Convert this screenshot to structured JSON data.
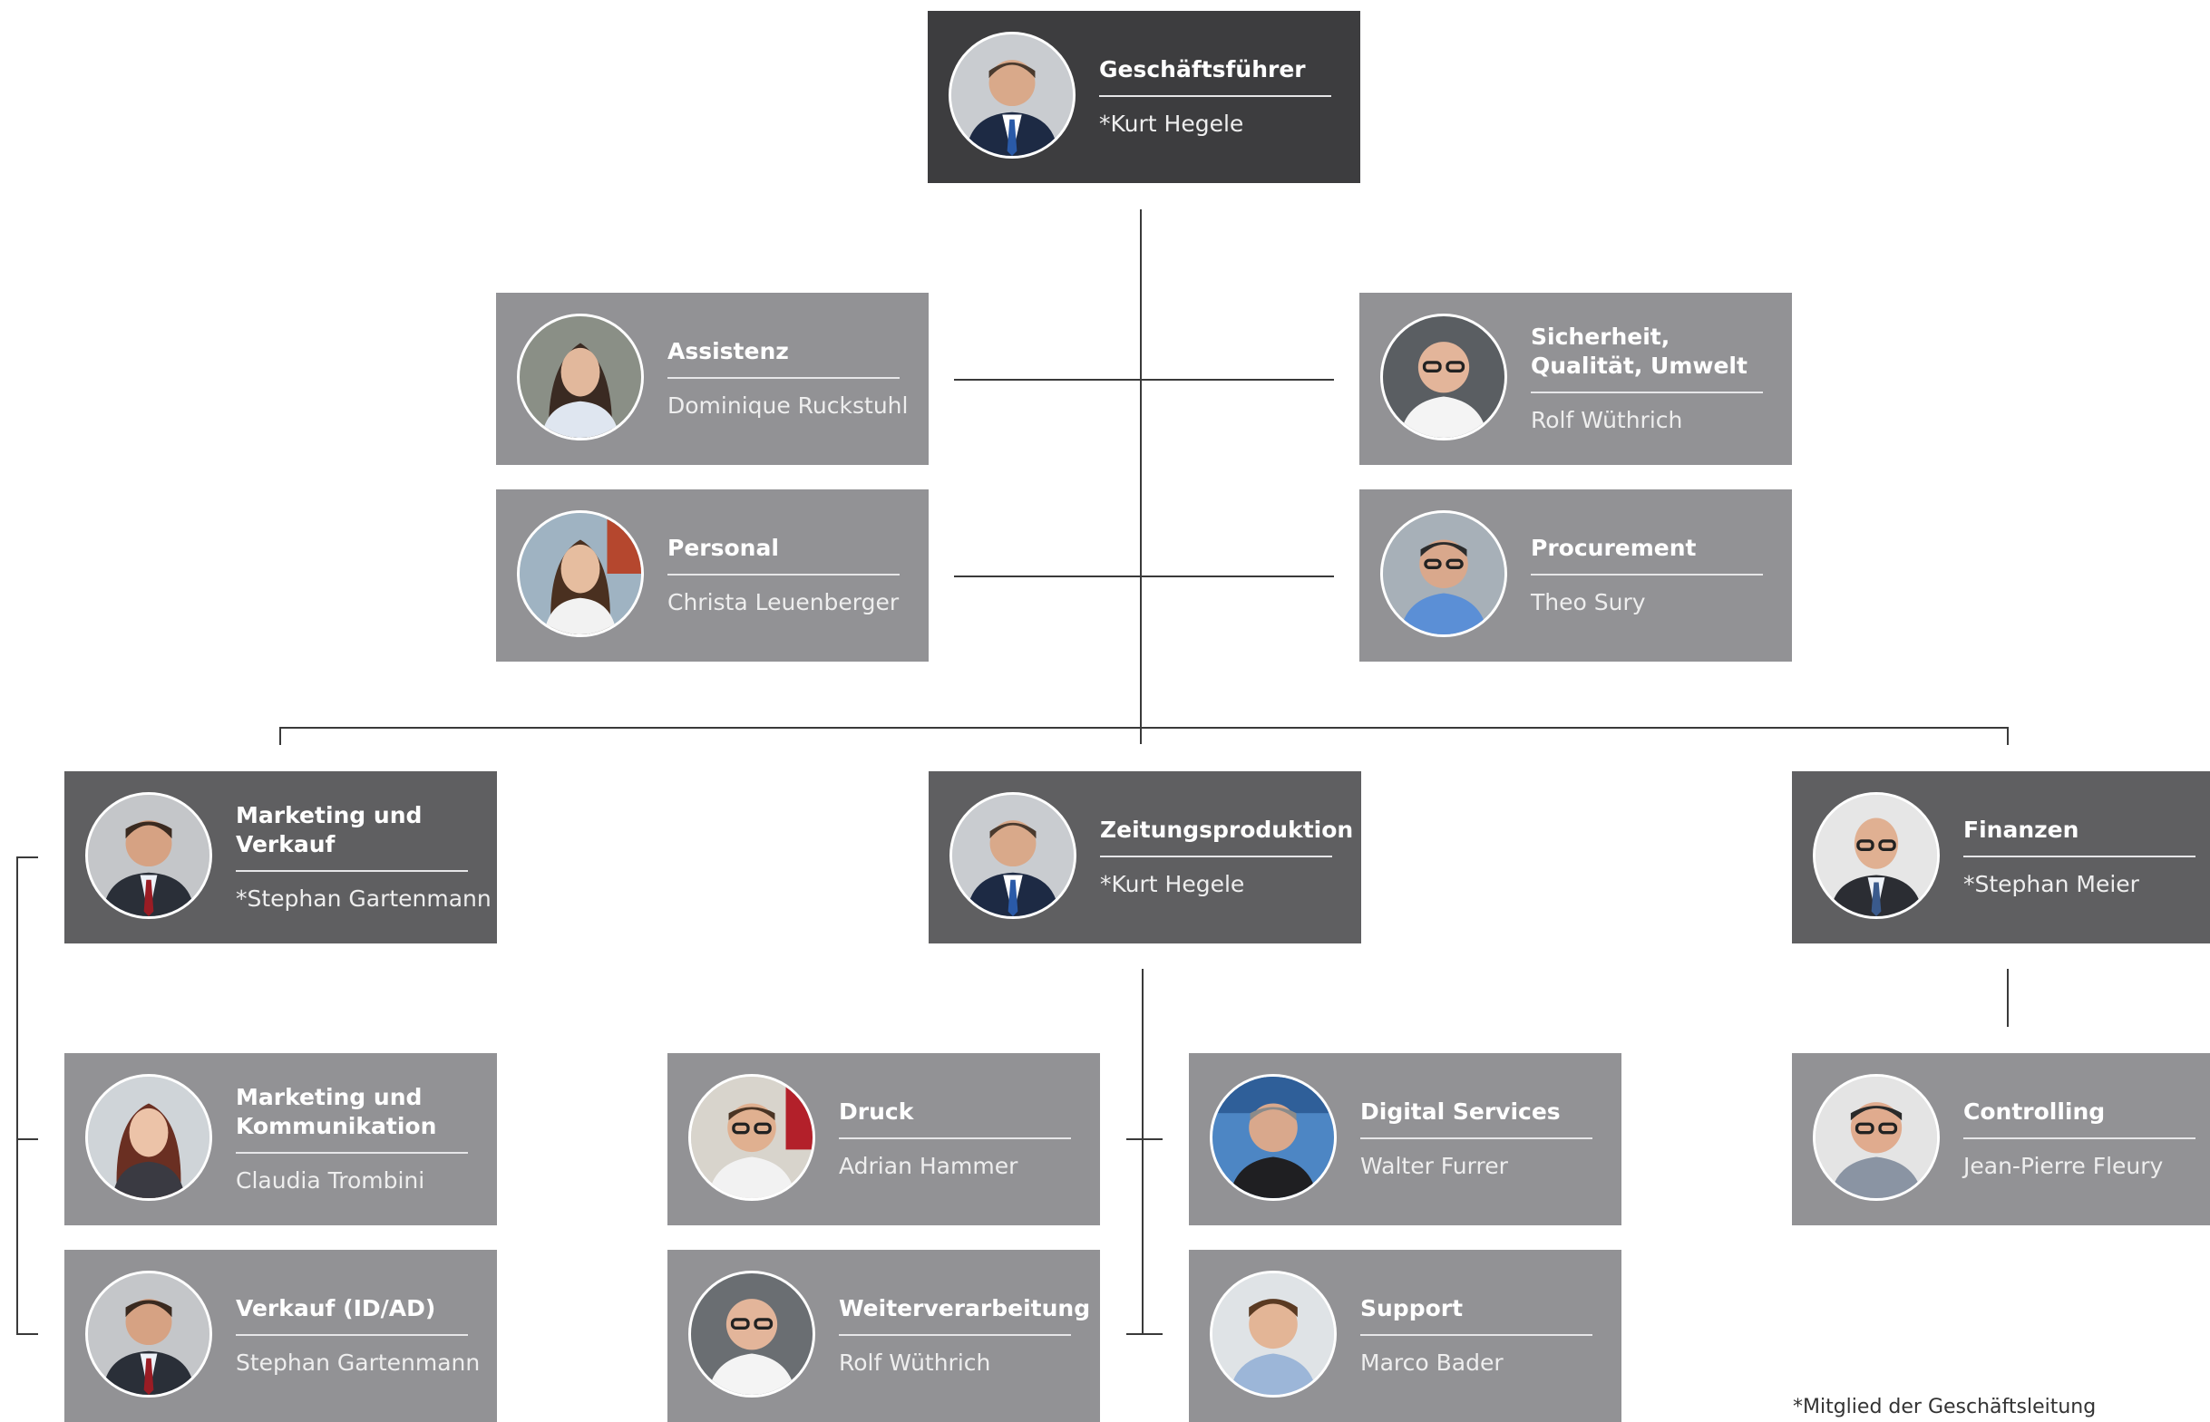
{
  "nodes": {
    "ceo": {
      "role": "Geschäftsführer",
      "name": "*Kurt Hegele"
    },
    "assistenz": {
      "role": "Assistenz",
      "name": "Dominique Ruckstuhl"
    },
    "personal": {
      "role": "Personal",
      "name": "Christa Leuenberger"
    },
    "sqe": {
      "role": "Sicherheit, Qualität, Umwelt",
      "name": "Rolf Wüthrich"
    },
    "procurement": {
      "role": "Procurement",
      "name": "Theo Sury"
    },
    "marketing_verkauf": {
      "role": "Marketing und Verkauf",
      "name": "*Stephan Gartenmann"
    },
    "zeitungsproduktion": {
      "role": "Zeitungsproduktion",
      "name": "*Kurt Hegele"
    },
    "finanzen": {
      "role": "Finanzen",
      "name": "*Stephan Meier"
    },
    "marketing_komm": {
      "role": "Marketing und Kommunikation",
      "name": "Claudia Trombini"
    },
    "verkauf": {
      "role": "Verkauf (ID/AD)",
      "name": "Stephan Gartenmann"
    },
    "druck": {
      "role": "Druck",
      "name": "Adrian Hammer"
    },
    "weiterverarbeitung": {
      "role": "Weiterverarbeitung",
      "name": "Rolf Wüthrich"
    },
    "digital": {
      "role": "Digital Services",
      "name": "Walter Furrer"
    },
    "support": {
      "role": "Support",
      "name": "Marco Bader"
    },
    "controlling": {
      "role": "Controlling",
      "name": "Jean-Pierre Fleury"
    }
  },
  "footnote": "*Mitglied der Geschäftsleitung",
  "colors": {
    "box_dark": "#5f5f61",
    "box_darkest": "#3d3d3f",
    "box_light": "#929295",
    "connector": "#3a3a3a"
  }
}
